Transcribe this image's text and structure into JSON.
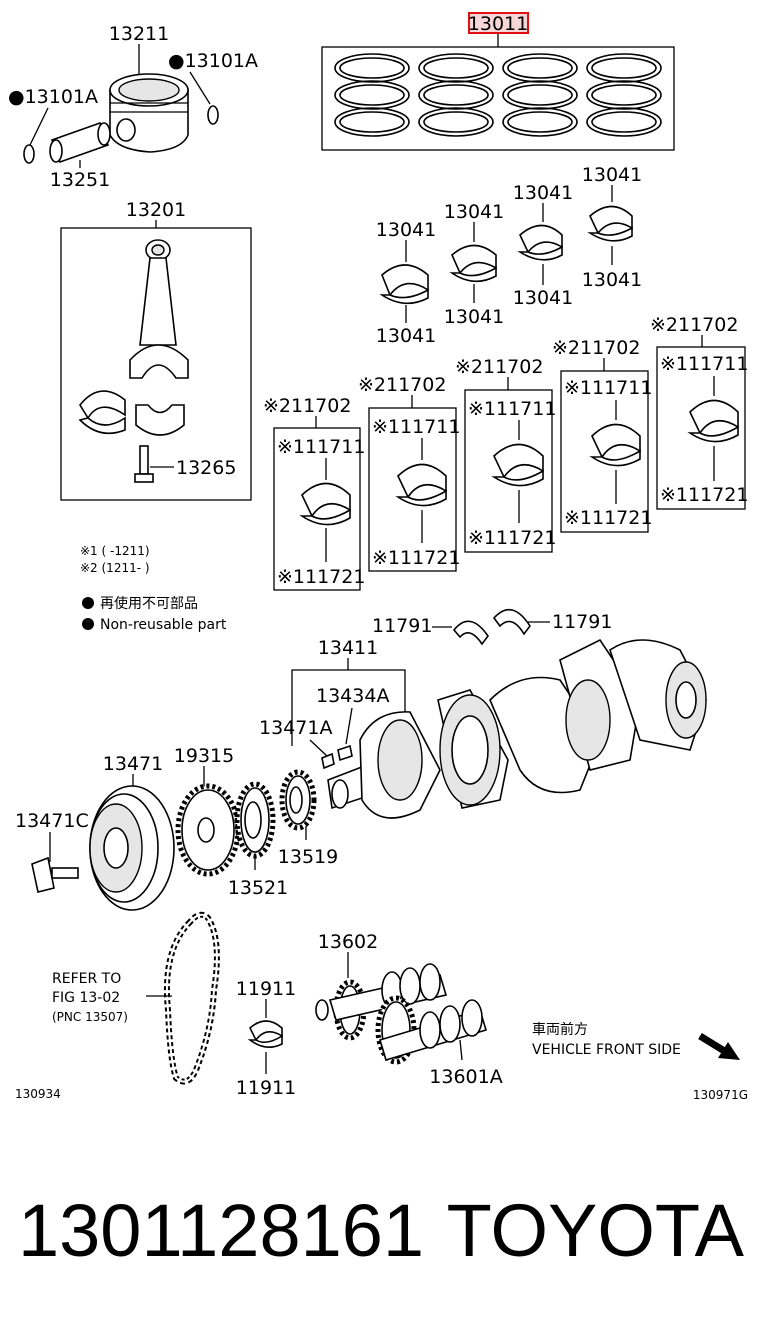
{
  "labels": {
    "rings_set": "13011",
    "piston": "13211",
    "snap_ring_right": "●13101A",
    "snap_ring_left": "●13101A",
    "pin": "13251",
    "conrod": "13201",
    "conrod_bolt": "13265",
    "b1_top": "13041",
    "b1_bot": "13041",
    "b2_top": "13041",
    "b2_bot": "13041",
    "b3_top": "13041",
    "b3_bot": "13041",
    "b4_top": "13041",
    "b4_bot": "13041",
    "m1_set": "※211702",
    "m1_upper": "※111711",
    "m1_lower": "※111721",
    "m2_set": "※211702",
    "m2_upper": "※111711",
    "m2_lower": "※111721",
    "m3_set": "※211702",
    "m3_upper": "※111711",
    "m3_lower": "※111721",
    "m4_set": "※211702",
    "m4_upper": "※111711",
    "m4_lower": "※111721",
    "m5_set": "※211702",
    "m5_upper": "※111711",
    "m5_lower": "※111721",
    "thrust_left": "11791",
    "thrust_right": "11791",
    "crankshaft": "13411",
    "key_box": "13434A",
    "key": "13471A",
    "pulley": "13471",
    "pulley_bolt": "13471C",
    "sprocket_19315": "19315",
    "sprocket_13521": "13521",
    "sprocket_13519": "13519",
    "camshaft": "13602",
    "camshaft_a": "13601A",
    "cam_bearing_top": "11911",
    "cam_bearing_bot": "11911"
  },
  "notes": {
    "note1": "※1 (      -1211)",
    "note2": "※2 (1211-      )",
    "legend_jp": "再使用不可部品",
    "legend_en": "Non-reusable part",
    "refer_1": "REFER TO",
    "refer_2": "FIG 13-02",
    "refer_3": "(PNC 13507)",
    "front_jp": "車両前方",
    "front_en": "VEHICLE FRONT SIDE",
    "code_left": "130934",
    "code_right": "130971G"
  },
  "footer": {
    "part_number": "1301128161",
    "brand": "TOYOTA"
  },
  "colors": {
    "highlight_box": "#e01010",
    "highlight_fill": "#f6d6d6",
    "ink": "#000000"
  }
}
